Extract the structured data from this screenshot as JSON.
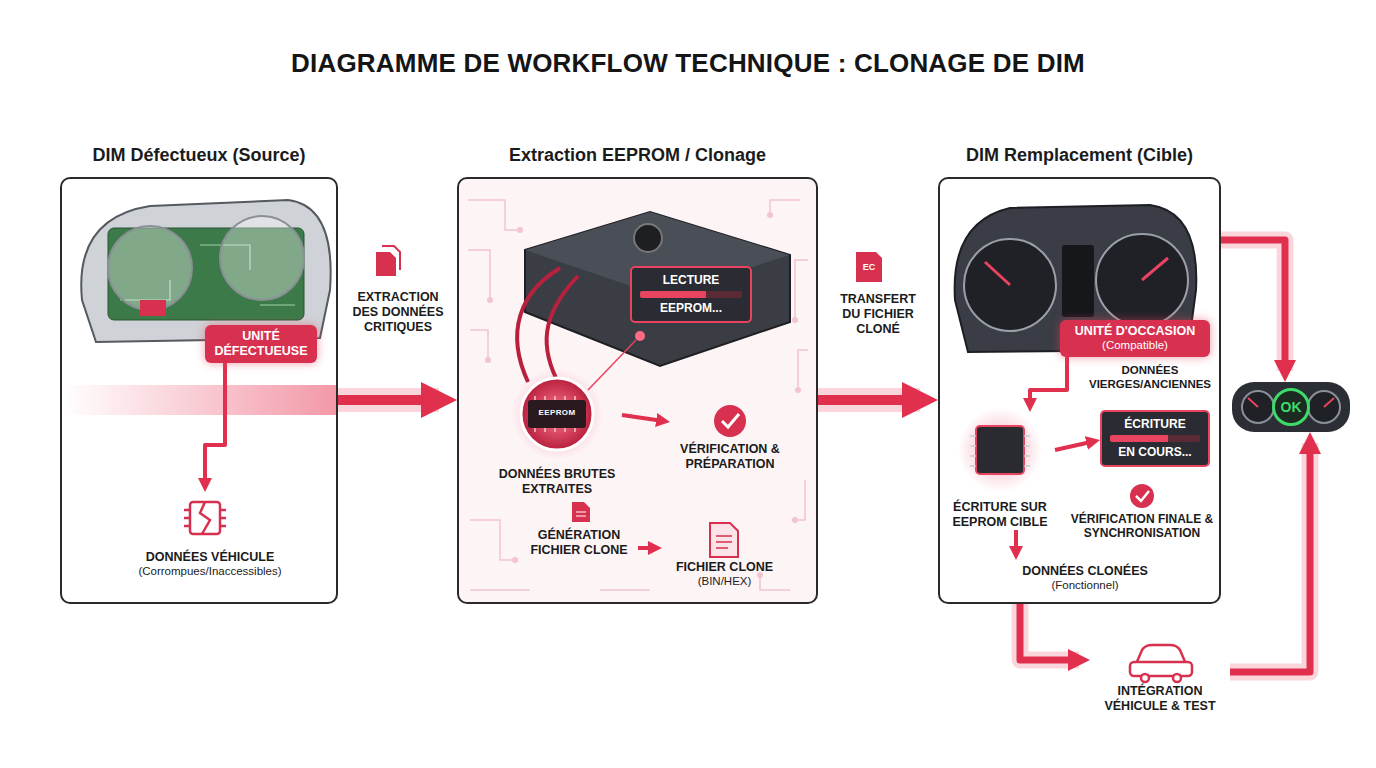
{
  "diagram": {
    "title": "DIAGRAMME DE WORKFLOW TECHNIQUE : CLONAGE DE DIM",
    "nodes": [
      {
        "text": [
          "DIM Défectueux (Source)"
        ]
      },
      {
        "text": [
          "UNITÉ DÉFECTUEUSE"
        ],
        "in": 0
      },
      {
        "text": [
          "DONNÉES VÉHICULE",
          "(Corrompues/Inaccessibles)"
        ],
        "in": 0
      },
      {
        "text": [
          "Extraction EEPROM / Clonage"
        ]
      },
      {
        "text": [
          "LECTURE",
          "EEPROM..."
        ],
        "in": 3
      },
      {
        "text": [
          "DONNÉES BRUTES EXTRAITES"
        ],
        "in": 3
      },
      {
        "text": [
          "VÉRIFICATION & PRÉPARATION"
        ],
        "in": 3
      },
      {
        "text": [
          "GÉNÉRATION FICHIER CLONE"
        ],
        "in": 3
      },
      {
        "text": [
          "FICHIER CLONE",
          "(BIN/HEX)"
        ],
        "in": 3
      },
      {
        "text": [
          "DIM Remplacement (Cible)"
        ]
      },
      {
        "text": [
          "UNITÉ D'OCCASION",
          "(Compatible)"
        ],
        "in": 9
      },
      {
        "text": [
          "ÉCRITURE SUR EEPROM CIBLE"
        ],
        "in": 9
      },
      {
        "text": [
          "ÉCRITURE",
          "EN COURS..."
        ],
        "in": 9
      },
      {
        "text": [
          "VÉRIFICATION FINALE & SYNCHRONISATION"
        ],
        "in": 9
      },
      {
        "text": [
          "DONNÉES CLONÉES",
          "(Fonctionnel)"
        ],
        "in": 9
      },
      {
        "text": [
          "INTÉGRATION VÉHICULE & TEST"
        ]
      },
      {
        "text": [
          "OK"
        ]
      }
    ],
    "edges": [
      {
        "from": 0,
        "to": 3,
        "arrow": "to",
        "label": "EXTRACTION DES DONNÉES CRITIQUES"
      },
      {
        "from": 1,
        "to": 2,
        "arrow": "to"
      },
      {
        "from": 3,
        "to": 9,
        "arrow": "to",
        "label": "TRANSFERT DU FICHIER CLONÉ"
      },
      {
        "from": 5,
        "to": 6,
        "arrow": "to"
      },
      {
        "from": 7,
        "to": 8,
        "arrow": "to"
      },
      {
        "from": 10,
        "to": 11,
        "arrow": "to",
        "label": "DONNÉES VIERGES/ANCIENNES"
      },
      {
        "from": 11,
        "to": 12,
        "arrow": "to"
      },
      {
        "from": 11,
        "to": 14,
        "arrow": "to"
      },
      {
        "from": 9,
        "to": 16,
        "arrow": "to"
      },
      {
        "from": 9,
        "to": 15,
        "arrow": "to"
      },
      {
        "from": 15,
        "to": 16,
        "arrow": "to"
      }
    ],
    "labels": [
      "EEPROM",
      "EC"
    ]
  }
}
